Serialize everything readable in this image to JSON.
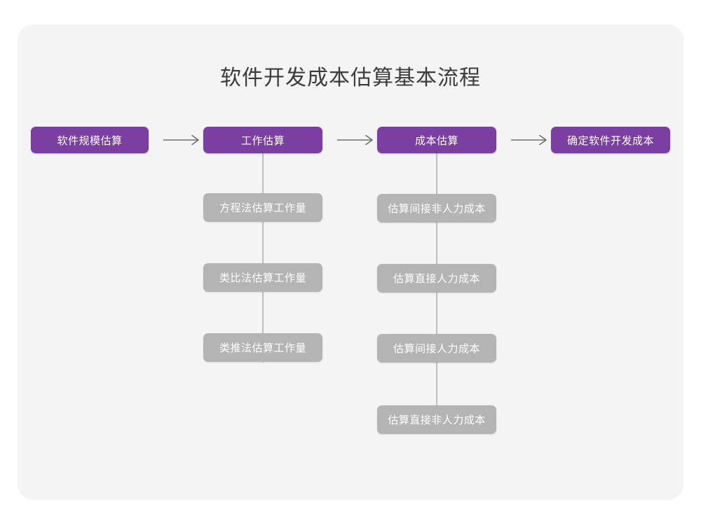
{
  "title": "软件开发成本估算基本流程",
  "colors": {
    "card_background": "#f4f4f4",
    "page_background": "#ffffff",
    "primary_node": "#7a3fa1",
    "secondary_node": "#b4b4b4",
    "connector": "#bdbdbd",
    "title_text": "#3b3b3b",
    "node_text": "#ffffff"
  },
  "chart_data": {
    "type": "diagram",
    "title": "软件开发成本估算基本流程",
    "layout": "horizontal-flow-with-vertical-substeps",
    "main_flow": [
      {
        "id": "step1",
        "label": "软件规模估算",
        "level": "primary"
      },
      {
        "id": "step2",
        "label": "工作估算",
        "level": "primary"
      },
      {
        "id": "step3",
        "label": "成本估算",
        "level": "primary"
      },
      {
        "id": "step4",
        "label": "确定软件开发成本",
        "level": "primary"
      }
    ],
    "connectors": [
      {
        "from": "step1",
        "to": "step2",
        "kind": "arrow-right"
      },
      {
        "from": "step2",
        "to": "step3",
        "kind": "arrow-right"
      },
      {
        "from": "step3",
        "to": "step4",
        "kind": "arrow-right"
      }
    ],
    "sub_steps": [
      {
        "parent": "step2",
        "parent_label": "工作估算",
        "items": [
          "方程法估算工作量",
          "类比法估算工作量",
          "类推法估算工作量"
        ]
      },
      {
        "parent": "step3",
        "parent_label": "成本估算",
        "items": [
          "估算间接非人力成本",
          "估算直接人力成本",
          "估算间接人力成本",
          "估算直接非人力成本"
        ]
      }
    ]
  },
  "nodes": {
    "main": {
      "step1": "软件规模估算",
      "step2": "工作估算",
      "step3": "成本估算",
      "step4": "确定软件开发成本"
    },
    "effort_branch": {
      "item1": "方程法估算工作量",
      "item2": "类比法估算工作量",
      "item3": "类推法估算工作量"
    },
    "cost_branch": {
      "item1": "估算间接非人力成本",
      "item2": "估算直接人力成本",
      "item3": "估算间接人力成本",
      "item4": "估算直接非人力成本"
    }
  }
}
